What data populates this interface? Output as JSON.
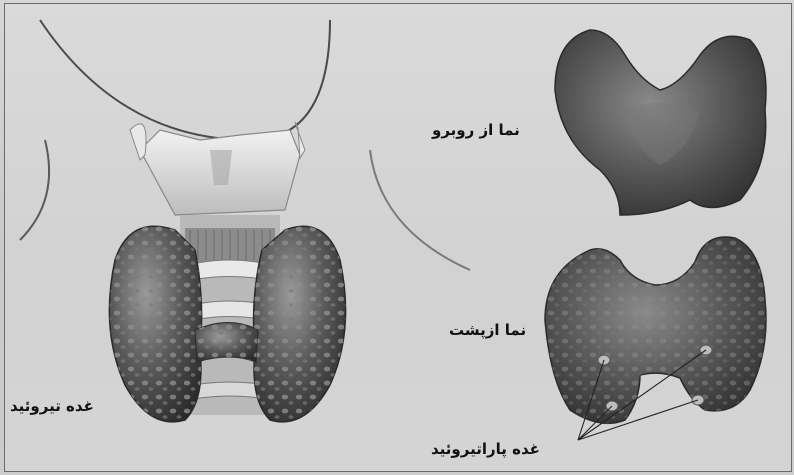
{
  "labels": {
    "front_view": "نما از روبرو",
    "back_view": "نما ازپشت",
    "thyroid": "غده تیروئید",
    "parathyroid": "غده پاراتیروئید"
  },
  "colors": {
    "frame": "#6a6a6a",
    "tissue_dark": "#3f3f3f",
    "tissue_mid": "#6f6f6f",
    "cartilage": "#e6e6e6",
    "label_text": "#111111"
  }
}
